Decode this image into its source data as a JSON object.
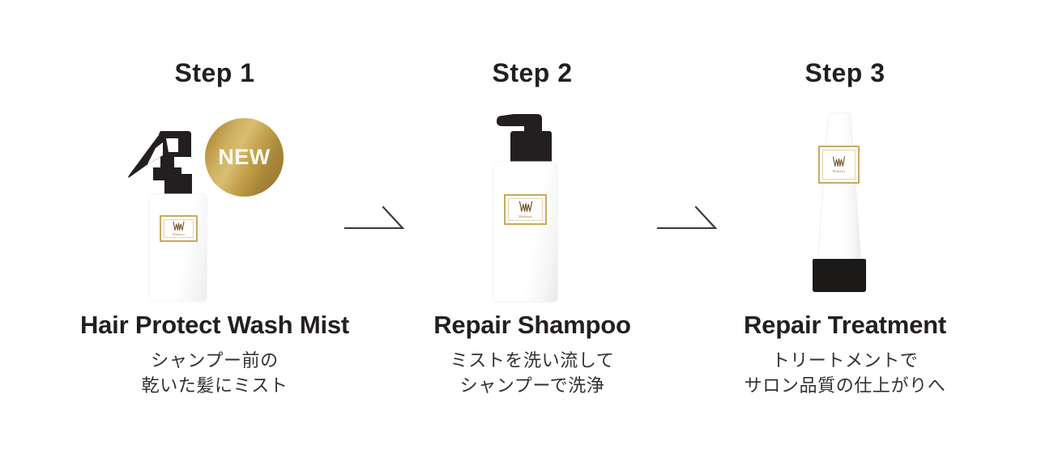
{
  "meta": {
    "background_color": "#ffffff",
    "text_color": "#231f20",
    "gold_color": "#c8a863",
    "brand_gold_text": "#8a6b36",
    "cap_black": "#231f20"
  },
  "badge": {
    "label": "NEW",
    "shape": "circle",
    "gradient_from": "#9a7b34",
    "gradient_to": "#d8bd72",
    "text_color": "#fdfbf6"
  },
  "brand": {
    "mark": "crown-w-logo",
    "wordmark": "Wakaya"
  },
  "arrows": [
    {
      "name": "arrow-step1-to-step2",
      "direction": "right"
    },
    {
      "name": "arrow-step2-to-step3",
      "direction": "right"
    }
  ],
  "steps": [
    {
      "step_label": "Step 1",
      "product_type": "spray-mist-bottle",
      "product_name": "Hair Protect Wash Mist",
      "description_lines": [
        "シャンプー前の",
        "乾いた髪にミスト"
      ],
      "has_new_badge": true
    },
    {
      "step_label": "Step 2",
      "product_type": "pump-shampoo-bottle",
      "product_name": "Repair Shampoo",
      "description_lines": [
        "ミストを洗い流して",
        "シャンプーで洗浄"
      ],
      "has_new_badge": false
    },
    {
      "step_label": "Step 3",
      "product_type": "treatment-tube",
      "product_name": "Repair Treatment",
      "description_lines": [
        "トリートメントで",
        "サロン品質の仕上がりへ"
      ],
      "has_new_badge": false
    }
  ]
}
